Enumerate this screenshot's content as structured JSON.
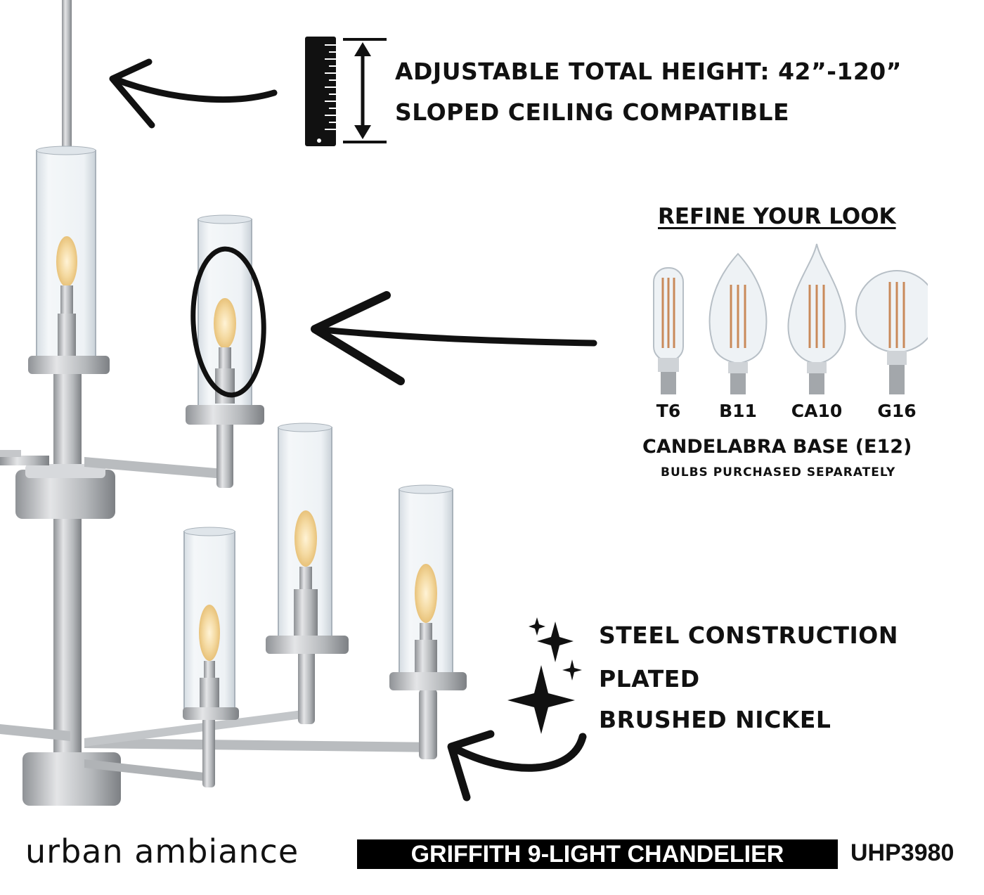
{
  "height_feature": {
    "line1": "ADJUSTABLE TOTAL HEIGHT: 42”-120”",
    "line2": "SLOPED CEILING COMPATIBLE",
    "icon": "ruler-height-icon"
  },
  "refine": {
    "title": "REFINE YOUR LOOK",
    "bulbs": [
      {
        "label": "T6",
        "icon": "bulb-t6-icon"
      },
      {
        "label": "B11",
        "icon": "bulb-b11-icon"
      },
      {
        "label": "CA10",
        "icon": "bulb-ca10-icon"
      },
      {
        "label": "G16",
        "icon": "bulb-g16-icon"
      }
    ],
    "base_label": "CANDELABRA BASE (E12)",
    "note": "BULBS PURCHASED SEPARATELY"
  },
  "construction": {
    "lines": [
      "STEEL CONSTRUCTION",
      "PLATED",
      "BRUSHED NICKEL"
    ],
    "icon": "sparkle-icon"
  },
  "footer": {
    "brand": "urban ambiance",
    "product_name": "GRIFFITH 9-LIGHT CHANDELIER",
    "sku": "UHP3980"
  },
  "colors": {
    "nickel": "#bfc1c4",
    "glass": "#e9eef2",
    "bulb_glow": "#f4d9a0",
    "ink": "#111111"
  }
}
